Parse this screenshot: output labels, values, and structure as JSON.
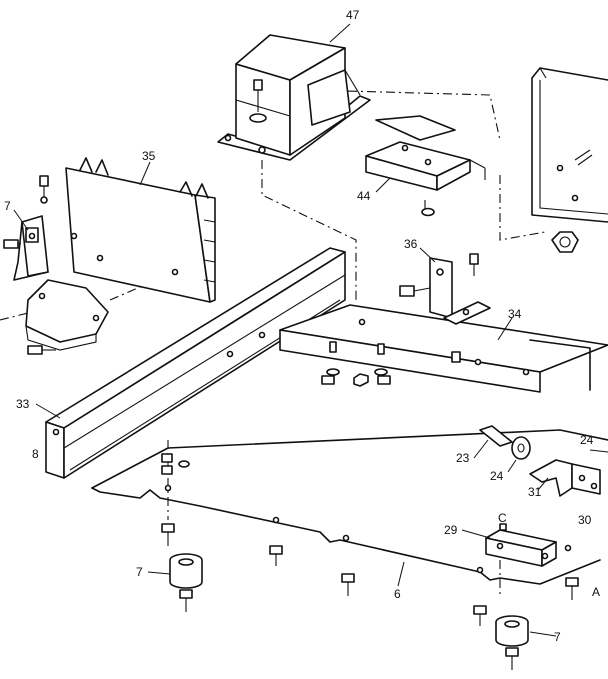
{
  "callouts": {
    "c47": "47",
    "c35": "35",
    "c7a": "7",
    "c44": "44",
    "c36": "36",
    "c34": "34",
    "c33": "33",
    "c8": "8",
    "c23": "23",
    "c24a": "24",
    "c24b": "24",
    "c31": "31",
    "c30": "30",
    "c29": "29",
    "cC": "C",
    "c7b": "7",
    "c6": "6",
    "cA": "A",
    "c7c": "7"
  }
}
